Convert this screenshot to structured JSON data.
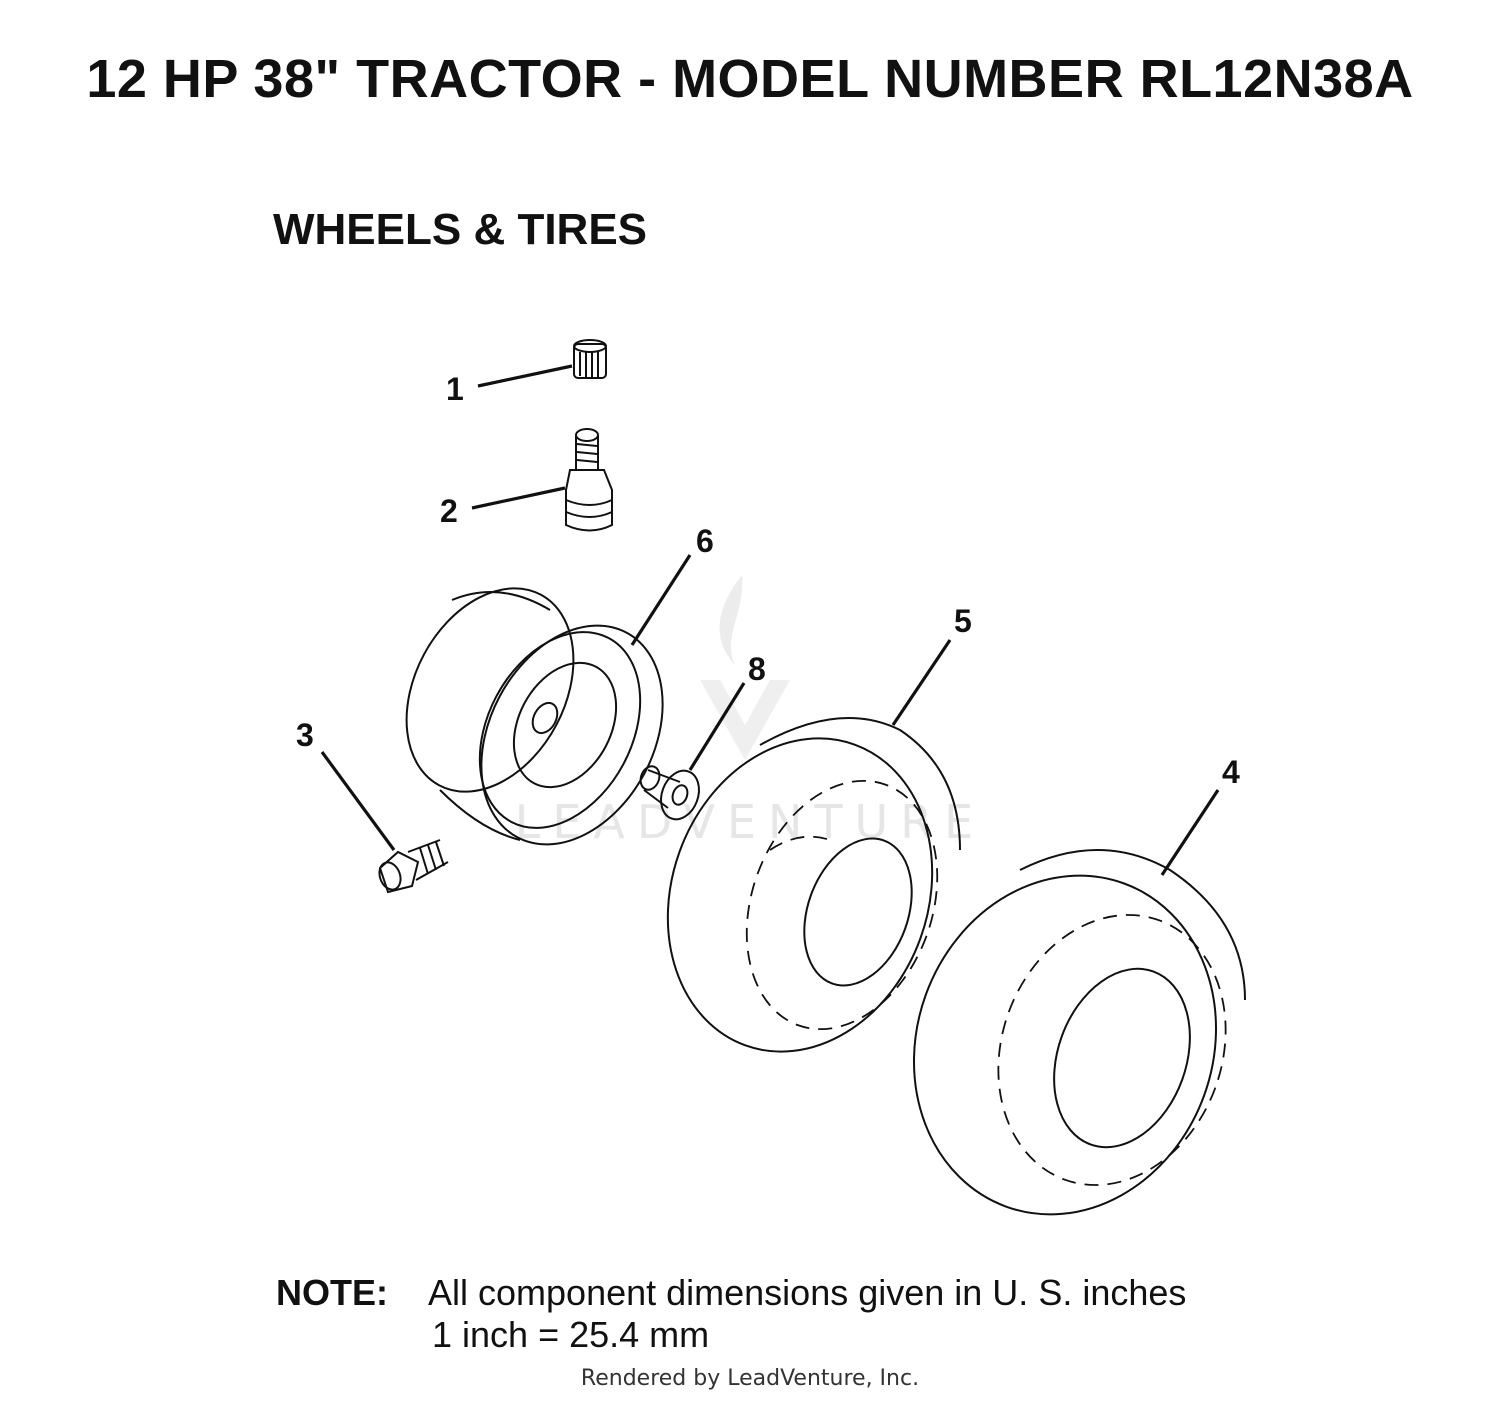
{
  "header": {
    "title": "12 HP 38\" TRACTOR - MODEL NUMBER RL12N38A",
    "section": "WHEELS & TIRES"
  },
  "callouts": [
    "1",
    "2",
    "3",
    "4",
    "5",
    "6",
    "8"
  ],
  "note": {
    "label": "NOTE:",
    "line1": "All component dimensions given in U. S. inches",
    "line2": "1 inch = 25.4 mm"
  },
  "watermark": "LEADVENTURE",
  "footer": {
    "credit": "Rendered by LeadVenture, Inc."
  }
}
